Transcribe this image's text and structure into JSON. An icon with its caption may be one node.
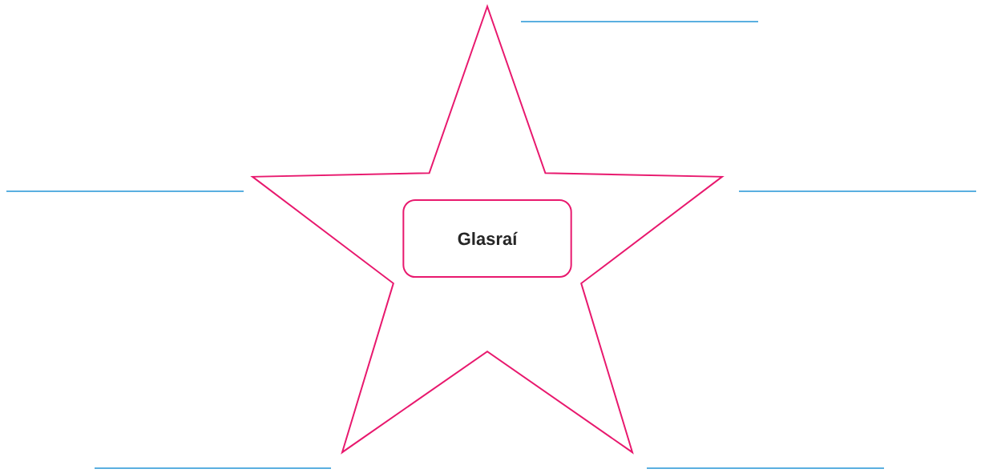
{
  "diagram": {
    "nodes": [
      {
        "text": [],
        "shape": "star"
      },
      {
        "text": [
          "Glasraí"
        ],
        "in": 0
      }
    ]
  }
}
